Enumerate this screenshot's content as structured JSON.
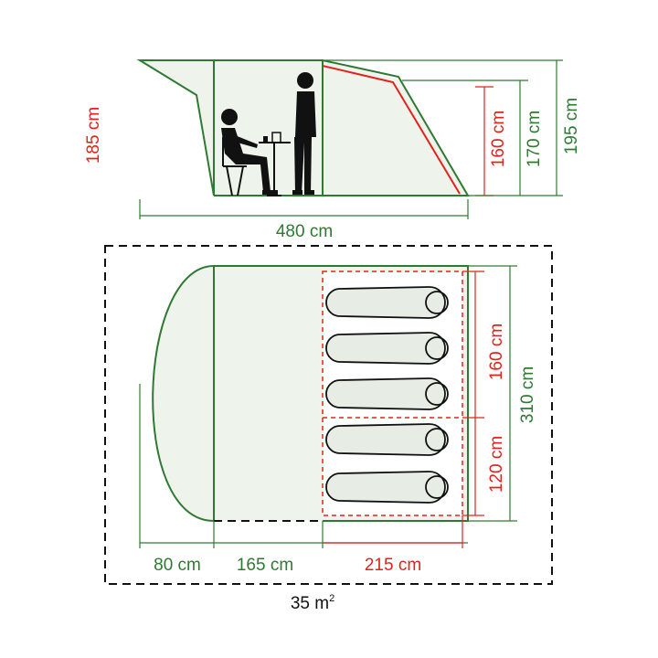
{
  "side_view": {
    "height_total": "185 cm",
    "height_outer": "195 cm",
    "height_mid": "170 cm",
    "height_bedroom": "160 cm",
    "length": "480 cm"
  },
  "floor_plan": {
    "width_total": "310 cm",
    "width_upper_bedroom": "160 cm",
    "width_lower_bedroom": "120 cm",
    "porch_depth": "80 cm",
    "living_depth": "165 cm",
    "bedroom_depth": "215 cm",
    "area": "35 m",
    "area_unit_sup": "2"
  },
  "colors": {
    "outline_green": "#2f7a33",
    "bedroom_red": "#e0241b",
    "fill_light": "#eef3ec",
    "bag_fill": "#e7ece4",
    "figure": "#111111"
  }
}
